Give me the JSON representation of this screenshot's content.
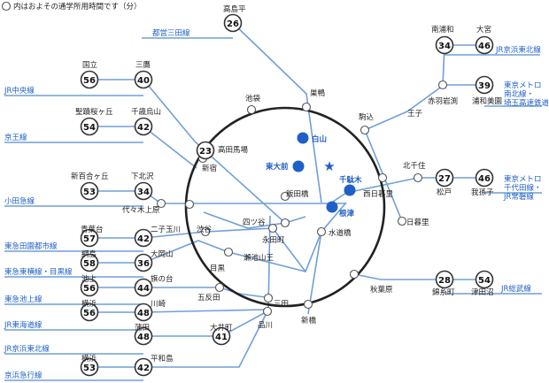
{
  "legend": {
    "text": "内はおよその通学所用時間です（分）"
  },
  "lines": {
    "mita": "都営三田線",
    "keihin_north": "JR京浜東北線",
    "chuo": "JR中央線",
    "keio": "京王線",
    "metro_namboku_1": "東京メトロ",
    "metro_namboku_2": "南北線・",
    "metro_namboku_3": "埼玉高速鉄道",
    "odakyu": "小田急線",
    "metro_chiyoda_1": "東京メトロ",
    "metro_chiyoda_2": "千代田線・",
    "metro_chiyoda_3": "JR常磐線",
    "toyoko": "東急田園都市線",
    "ikegami": "東急東横線・目黒線",
    "ikegami2": "東急池上線",
    "tokaido": "JR東海道線",
    "keihin_south": "JR京浜東北線",
    "sobu": "JR総武線",
    "keikyu": "京浜急行線"
  },
  "stations": {
    "takashimadaira": "高島平",
    "minami_urawa": "南浦和",
    "omiya": "大宮",
    "kunitachi": "国立",
    "mitaka": "三鷹",
    "seiseki": "聖蹟桜ヶ丘",
    "chitose": "千歳烏山",
    "akabane": "赤羽岩渕",
    "urawa_misono": "浦和美園",
    "ikebukuro": "池袋",
    "sugamo": "巣鴨",
    "komagome": "駒込",
    "oji": "王子",
    "takadanobaba": "高田馬場",
    "shinjuku": "新宿",
    "kitasenju": "北千住",
    "matsudo": "松戸",
    "abiko": "我孫子",
    "shinyurigaoka": "新百合ヶ丘",
    "shimokitazawa": "下北沢",
    "yoyogi_uehara": "代々木上原",
    "iidabashi": "飯田橋",
    "nishi_nippori": "西日暮里",
    "nippori": "日暮里",
    "yotsuya": "四ツ谷",
    "aobadai": "青葉台",
    "futako": "二子玉川",
    "shibuya": "渋谷",
    "nagatacho": "永田町",
    "suidobashi": "水道橋",
    "tsunashima": "綱島",
    "ookayama": "大岡山",
    "sekijiri": "瀬池山王",
    "meguro": "目黒",
    "ikegami_st": "池上",
    "hatanodai": "旗の台",
    "gotanda": "五反田",
    "akihabara": "秋葉原",
    "kinshicho": "錦糸町",
    "tsudanuma": "津田沼",
    "yokohama1": "横浜",
    "kawasaki": "川崎",
    "mita_st": "三田",
    "shinbashi": "新橋",
    "kamata": "蒲田",
    "oimachi": "大井町",
    "shinagawa": "品川",
    "yokohama2": "横浜",
    "heiwajima": "平和島"
  },
  "campuses": {
    "hakusan": "白山",
    "todaimae": "東大前",
    "sendagi": "千駄木",
    "nezu": "根津"
  },
  "times": {
    "takashimadaira": "26",
    "minami_urawa": "34",
    "omiya": "46",
    "kunitachi": "56",
    "mitaka": "40",
    "urawa_misono": "39",
    "seiseki": "54",
    "chitose": "42",
    "takadanobaba": "23",
    "matsudo": "27",
    "abiko": "46",
    "shinyurigaoka": "53",
    "shimokitazawa": "34",
    "aobadai": "57",
    "futako": "42",
    "tsunashima": "58",
    "ookayama": "36",
    "ikegami_st": "56",
    "hatanodai": "44",
    "kinshicho": "28",
    "tsudanuma": "54",
    "yokohama1": "56",
    "kawasaki": "48",
    "kamata": "48",
    "oimachi": "41",
    "yokohama2": "53",
    "heiwajima": "42"
  },
  "colors": {
    "line": "#6f9fd8",
    "ring": "#222222",
    "campus": "#1f5fc8",
    "line_label": "#1f5fc8"
  }
}
